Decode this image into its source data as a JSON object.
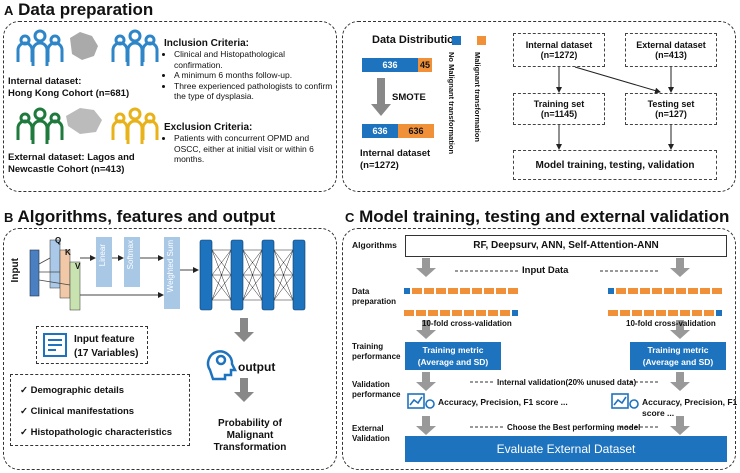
{
  "panelA": {
    "letter": "A",
    "title": "Data preparation",
    "internal_label": "Internal dataset:",
    "internal_cohort": "Hong Kong Cohort (n=681)",
    "external_label": "External dataset: Lagos and",
    "external_cohort": "Newcastle Cohort (n=413)",
    "inclusion_title": "Inclusion Criteria:",
    "inclusion": [
      "Clinical and Histopathological confirmation.",
      "A minimum 6 months follow-up.",
      "Three experienced pathologists to confirm the type of dysplasia."
    ],
    "exclusion_title": "Exclusion Criteria:",
    "exclusion": [
      "Patients with concurrent OPMD and OSCC, either at initial visit or within 6 months."
    ],
    "dist_title": "Data Distribution",
    "bar1_blue": "636",
    "bar1_orange": "45",
    "smote": "SMOTE",
    "bar2_blue": "636",
    "bar2_orange": "636",
    "internal_dataset": "Internal dataset",
    "internal_n": "(n=1272)",
    "legend_no": "No Malignant transformation",
    "legend_yes": "Malignant transformation",
    "flow_internal": "Internal dataset",
    "flow_internal_n": "(n=1272)",
    "flow_external": "External dataset",
    "flow_external_n": "(n=413)",
    "flow_train": "Training set",
    "flow_train_n": "(n=1145)",
    "flow_test": "Testing set",
    "flow_test_n": "(n=127)",
    "flow_model": "Model training, testing, validation"
  },
  "panelB": {
    "letter": "B",
    "title": "Algorithms, features and output",
    "input": "Input",
    "q": "Q",
    "k": "K",
    "v": "V",
    "linear": "Linear",
    "softmax": "Softmax",
    "weighted": "Weighted Sum",
    "feature_title": "Input feature",
    "feature_sub": "(17 Variables)",
    "checks": [
      "Demographic details",
      "Clinical manifestations",
      "Histopathologic characteristics"
    ],
    "output": "output",
    "prob": [
      "Probability of",
      "Malignant",
      "Transformation"
    ]
  },
  "panelC": {
    "letter": "C",
    "title": "Model training, testing and external validation",
    "row_algorithms": "Algorithms",
    "algorithms": "RF, Deepsurv, ANN, Self-Attention-ANN",
    "input_data": "Input Data",
    "row_data": [
      "Data",
      "preparation"
    ],
    "fold": "10-fold cross-validation",
    "row_train": [
      "Training",
      "performance"
    ],
    "metric": "Training metric",
    "metric_sub": "(Average and SD)",
    "row_valid": [
      "Validation",
      "performance"
    ],
    "internal_valid": "Internal validation(20% unused data)",
    "metrics_list": "Accuracy, Precision, F1 score ...",
    "row_external": [
      "External",
      "Validation"
    ],
    "best_model": "Choose the Best performing model",
    "evaluate": "Evaluate External Dataset"
  }
}
